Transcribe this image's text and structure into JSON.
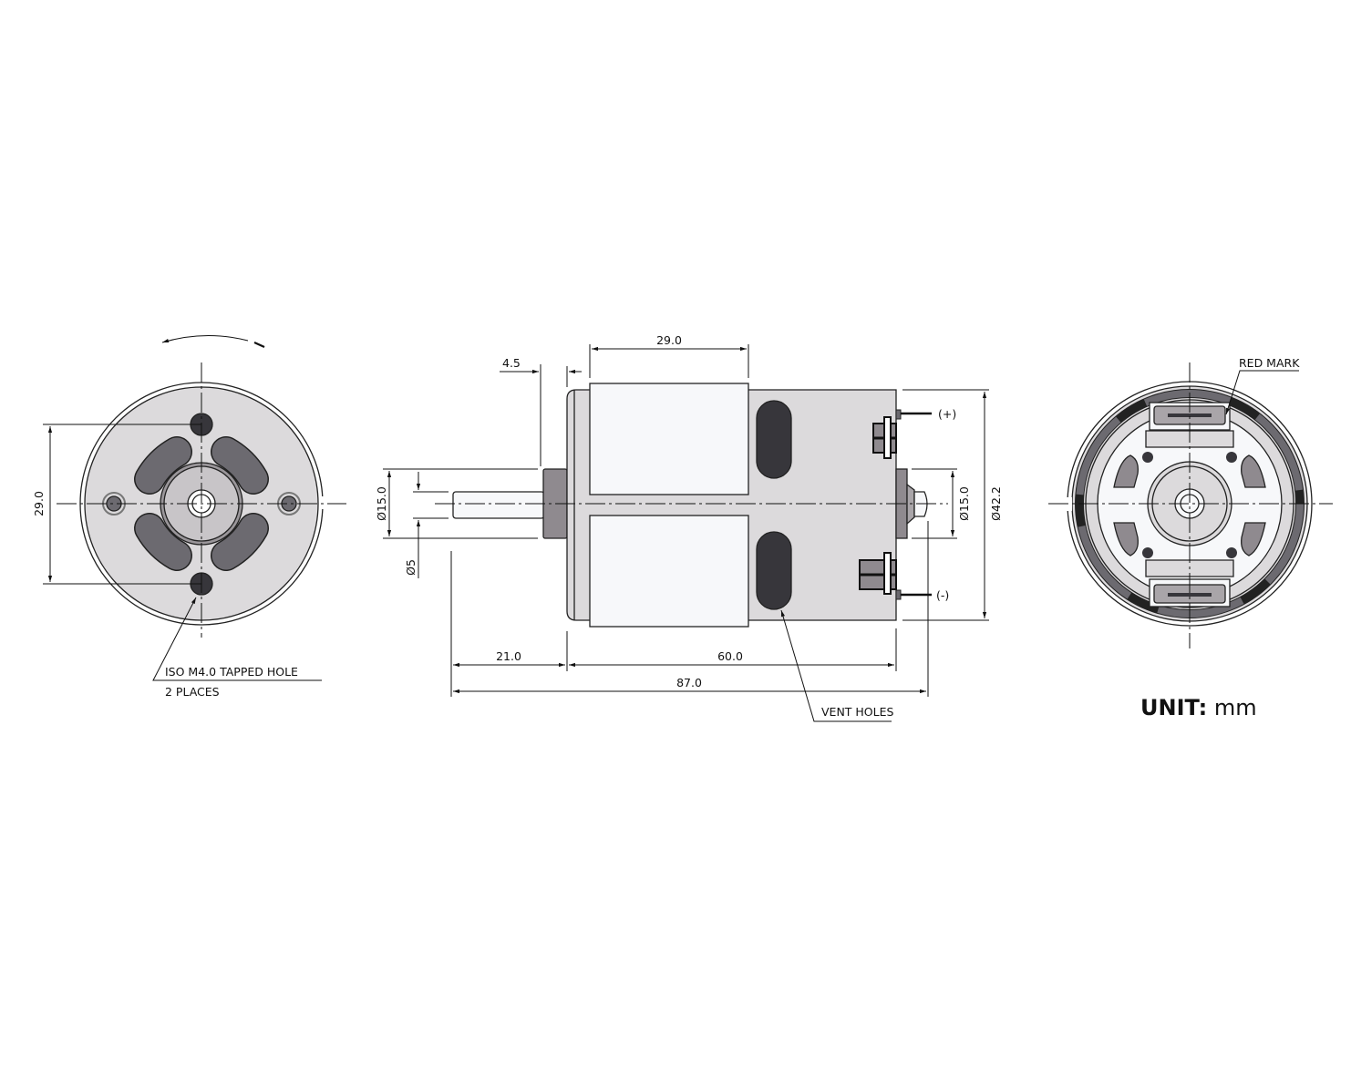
{
  "drawing": {
    "front_view": {
      "dim_hole_spacing": "29.0",
      "tapped_hole_note_line1": "ISO M4.0 TAPPED HOLE",
      "tapped_hole_note_line2": "2 PLACES"
    },
    "side_view": {
      "dim_flange": "4.5",
      "dim_magnet_length": "29.0",
      "dim_front_boss_dia": "Ø15.0",
      "dim_shaft_dia": "Ø5",
      "dim_shaft_length": "21.0",
      "dim_body_length": "60.0",
      "dim_overall_length": "87.0",
      "dim_rear_boss_dia": "Ø15.0",
      "dim_body_dia": "Ø42.2",
      "terminal_positive": "(+)",
      "terminal_negative": "(-)",
      "vent_holes_label": "VENT HOLES"
    },
    "rear_view": {
      "red_mark_label": "RED MARK"
    },
    "unit_label": "UNIT:",
    "unit_value": "mm"
  },
  "colors": {
    "body": "#dcdadc",
    "slot": "#6c6a70",
    "dark": "#37363b",
    "magnet": "#f7f8fa",
    "boss": "#8f8a8f"
  }
}
